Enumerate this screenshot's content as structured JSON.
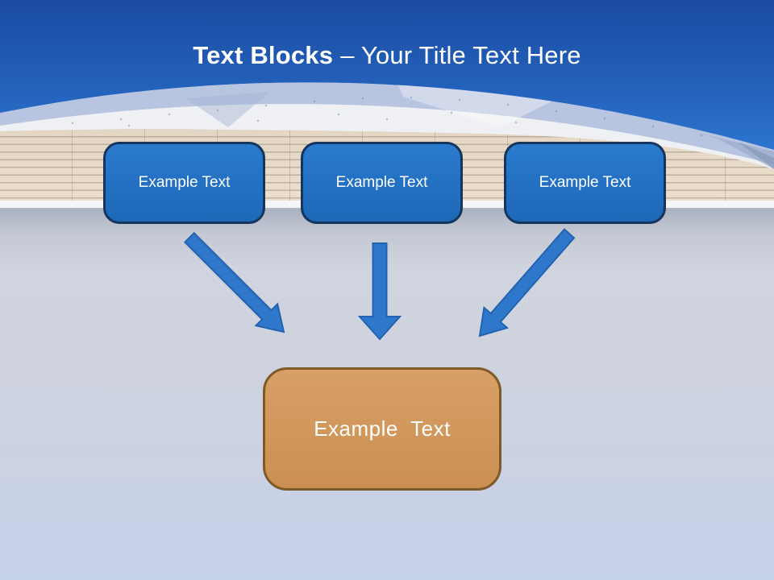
{
  "title": {
    "bold": "Text Blocks",
    "rest": "– Your Title Text Here"
  },
  "blocks": [
    {
      "label": "Example Text"
    },
    {
      "label": "Example Text"
    },
    {
      "label": "Example Text"
    }
  ],
  "result_block": {
    "label": "Example Text"
  },
  "arrows": [
    {
      "icon": "arrow-down-right-icon",
      "from": "text-block-1",
      "to": "result-block"
    },
    {
      "icon": "arrow-down-icon",
      "from": "text-block-2",
      "to": "result-block"
    },
    {
      "icon": "arrow-down-left-icon",
      "from": "text-block-3",
      "to": "result-block"
    }
  ],
  "colors": {
    "sky_top": "#1b4ba2",
    "sky_bottom": "#3684dc",
    "title_text": "#ffffff",
    "block_fill": "#2171c4",
    "block_border": "#16355c",
    "arrow_fill": "#2e77cb",
    "result_fill": "#d09a5e",
    "result_border": "#7d5a27",
    "cladding": "#e9dcca",
    "ground_top": "#abb2c0",
    "ground_bottom": "#c6d1ea"
  }
}
